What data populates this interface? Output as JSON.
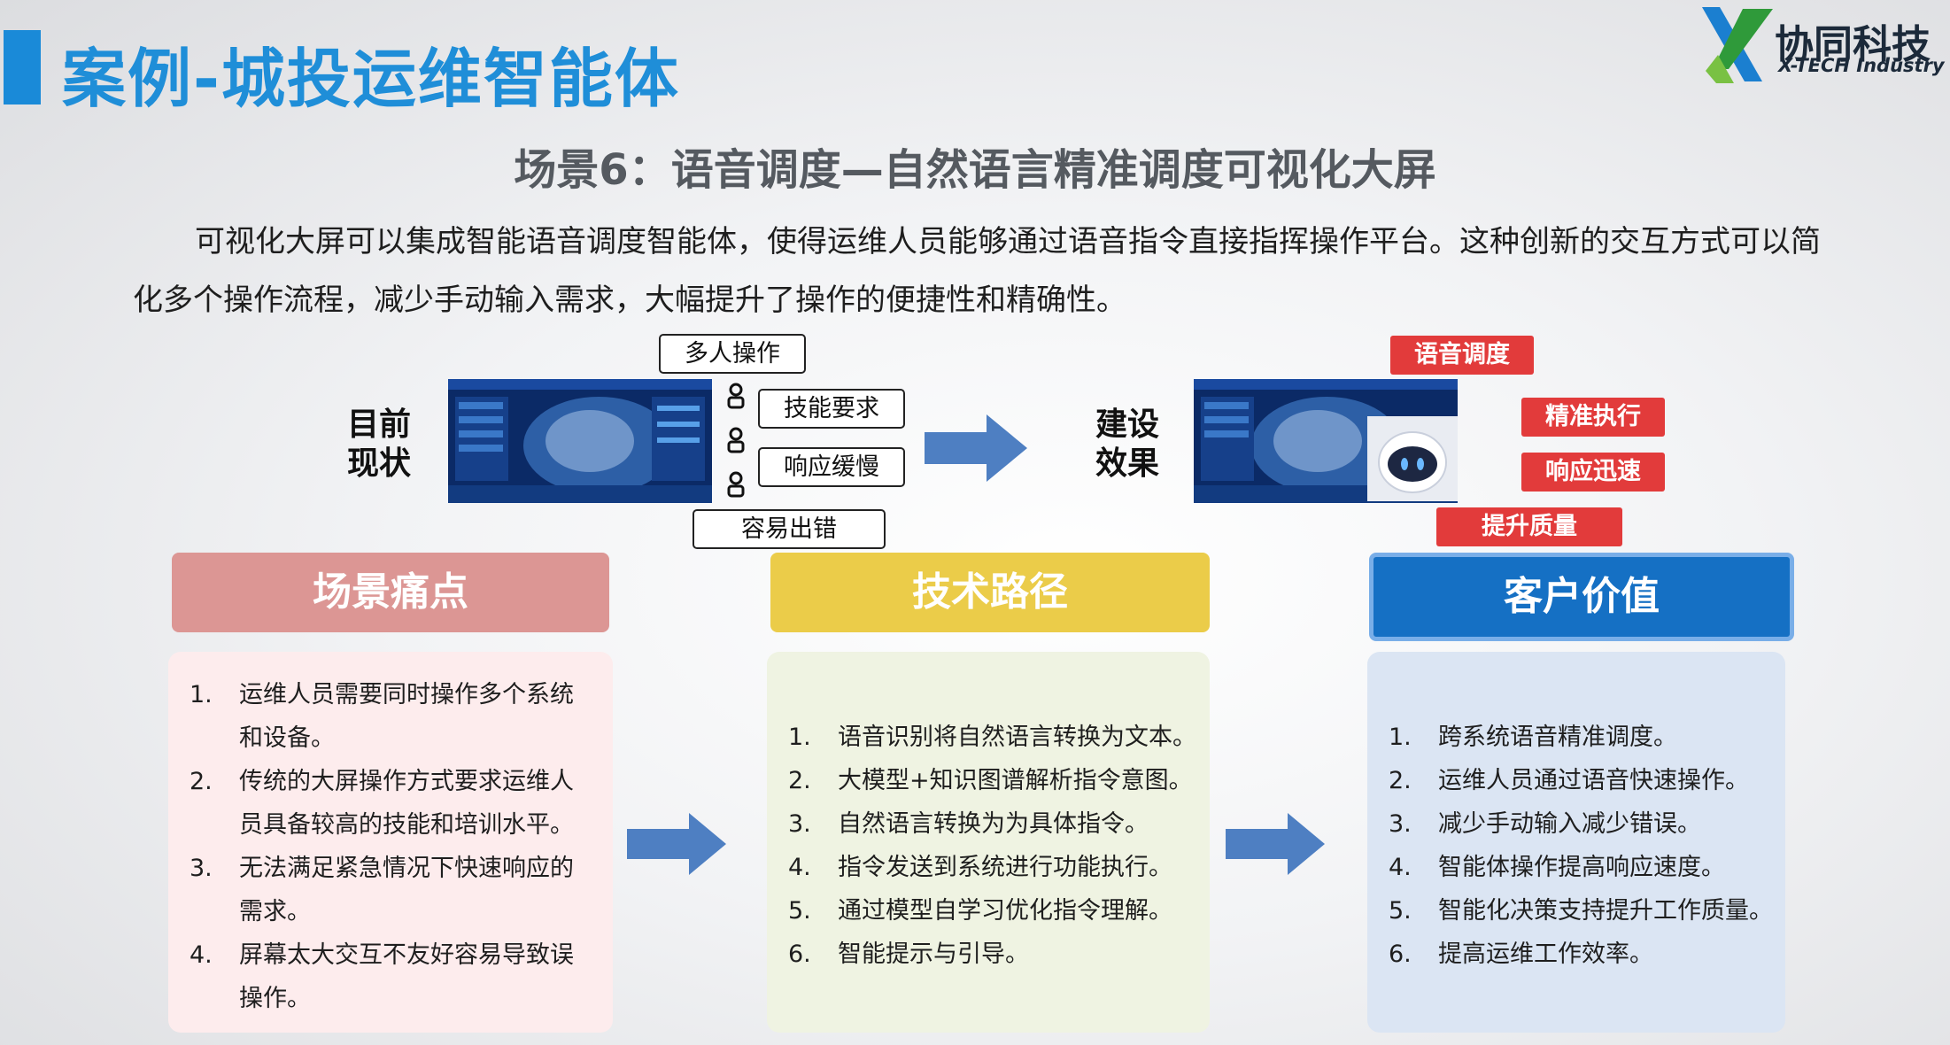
{
  "title": "案例-城投运维智能体",
  "logo": {
    "name": "协同科技",
    "sub": "X-TECH Industry"
  },
  "subtitle": "场景6：语音调度—自然语言精准调度可视化大屏",
  "description": "可视化大屏可以集成智能语音调度智能体，使得运维人员能够通过语音指令直接指挥操作平台。这种创新的交互方式可以简化多个操作流程，减少手动输入需求，大幅提升了操作的便捷性和精确性。",
  "current": {
    "label_line1": "目前",
    "label_line2": "现状",
    "tags": [
      "多人操作",
      "技能要求",
      "响应缓慢",
      "容易出错"
    ]
  },
  "effect": {
    "label_line1": "建设",
    "label_line2": "效果",
    "tags": [
      "语音调度",
      "精准执行",
      "响应迅速",
      "提升质量"
    ]
  },
  "columns": [
    {
      "header": "场景痛点",
      "items": [
        {
          "num": "1.",
          "lines": [
            "运维人员需要同时操作多个系统",
            "和设备。"
          ]
        },
        {
          "num": "2.",
          "lines": [
            "传统的大屏操作方式要求运维人",
            "员具备较高的技能和培训水平。"
          ]
        },
        {
          "num": "3.",
          "lines": [
            "无法满足紧急情况下快速响应的",
            "需求。"
          ]
        },
        {
          "num": "4.",
          "lines": [
            "屏幕太大交互不友好容易导致误",
            "操作。"
          ]
        }
      ]
    },
    {
      "header": "技术路径",
      "items": [
        {
          "num": "1.",
          "lines": [
            "语音识别将自然语言转换为文本。"
          ]
        },
        {
          "num": "2.",
          "lines": [
            "大模型+知识图谱解析指令意图。"
          ]
        },
        {
          "num": "3.",
          "lines": [
            "自然语言转换为为具体指令。"
          ]
        },
        {
          "num": "4.",
          "lines": [
            "指令发送到系统进行功能执行。"
          ]
        },
        {
          "num": "5.",
          "lines": [
            "通过模型自学习优化指令理解。"
          ]
        },
        {
          "num": "6.",
          "lines": [
            "智能提示与引导。"
          ]
        }
      ]
    },
    {
      "header": "客户价值",
      "items": [
        {
          "num": "1.",
          "lines": [
            "跨系统语音精准调度。"
          ]
        },
        {
          "num": "2.",
          "lines": [
            "运维人员通过语音快速操作。"
          ]
        },
        {
          "num": "3.",
          "lines": [
            "减少手动输入减少错误。"
          ]
        },
        {
          "num": "4.",
          "lines": [
            "智能体操作提高响应速度。"
          ]
        },
        {
          "num": "5.",
          "lines": [
            "智能化决策支持提升工作质量。"
          ]
        },
        {
          "num": "6.",
          "lines": [
            "提高运维工作效率。"
          ]
        }
      ]
    }
  ],
  "colors": {
    "title_blue": "#1f8ed8",
    "pain_header": "#dc9694",
    "pain_card": "#fdeced",
    "tech_header": "#ebcc49",
    "tech_card": "#eff3e2",
    "value_header": "#1570c4",
    "value_card": "#dbe5f3",
    "tag_red": "#e23b3b",
    "arrow_blue": "#4e7fc2"
  }
}
